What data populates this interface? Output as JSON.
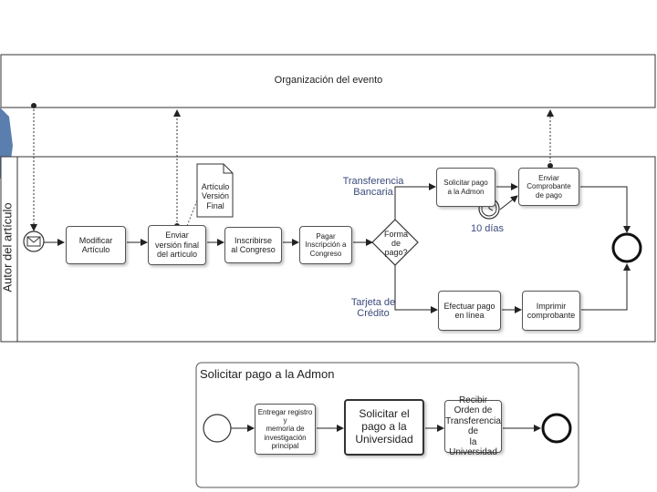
{
  "pool": {
    "title": "Organización del evento"
  },
  "lane": {
    "title": "Autor del artículo"
  },
  "tasks": {
    "modificar": "Modificar\nArtículo",
    "enviar_version": "Enviar\nversión final\ndel artículo",
    "inscribirse": "Inscribirse\nal Congreso",
    "pagar": "Pagar\nInscripción a\nCongreso",
    "solicitar_pago": "Solicitar pago\na la Admon",
    "enviar_comprobante": "Enviar\nComprobante\nde pago",
    "efectuar_pago": "Efectuar pago\nen línea",
    "imprimir": "Imprimir\ncomprobante"
  },
  "document": {
    "label": "Artículo\nVersión\nFinal"
  },
  "gateway": {
    "label": "Forma\nde\npago?"
  },
  "flows": {
    "transferencia": "Transferencia\nBancaria",
    "tarjeta": "Tarjeta de\nCrédito",
    "timer": "10 días"
  },
  "subprocess": {
    "title": "Solicitar pago a la Admon",
    "tasks": {
      "entregar": "Entregar registro y\nmemoria de\ninvestigación\nprincipal",
      "solicitar": "Solicitar el\npago a la\nUniversidad",
      "recibir": "Recibir Orden de\nTransferencia de\nla Universidad"
    }
  },
  "colors": {
    "accent": "#3b4a7a",
    "side_tab": "#5a7fae"
  }
}
